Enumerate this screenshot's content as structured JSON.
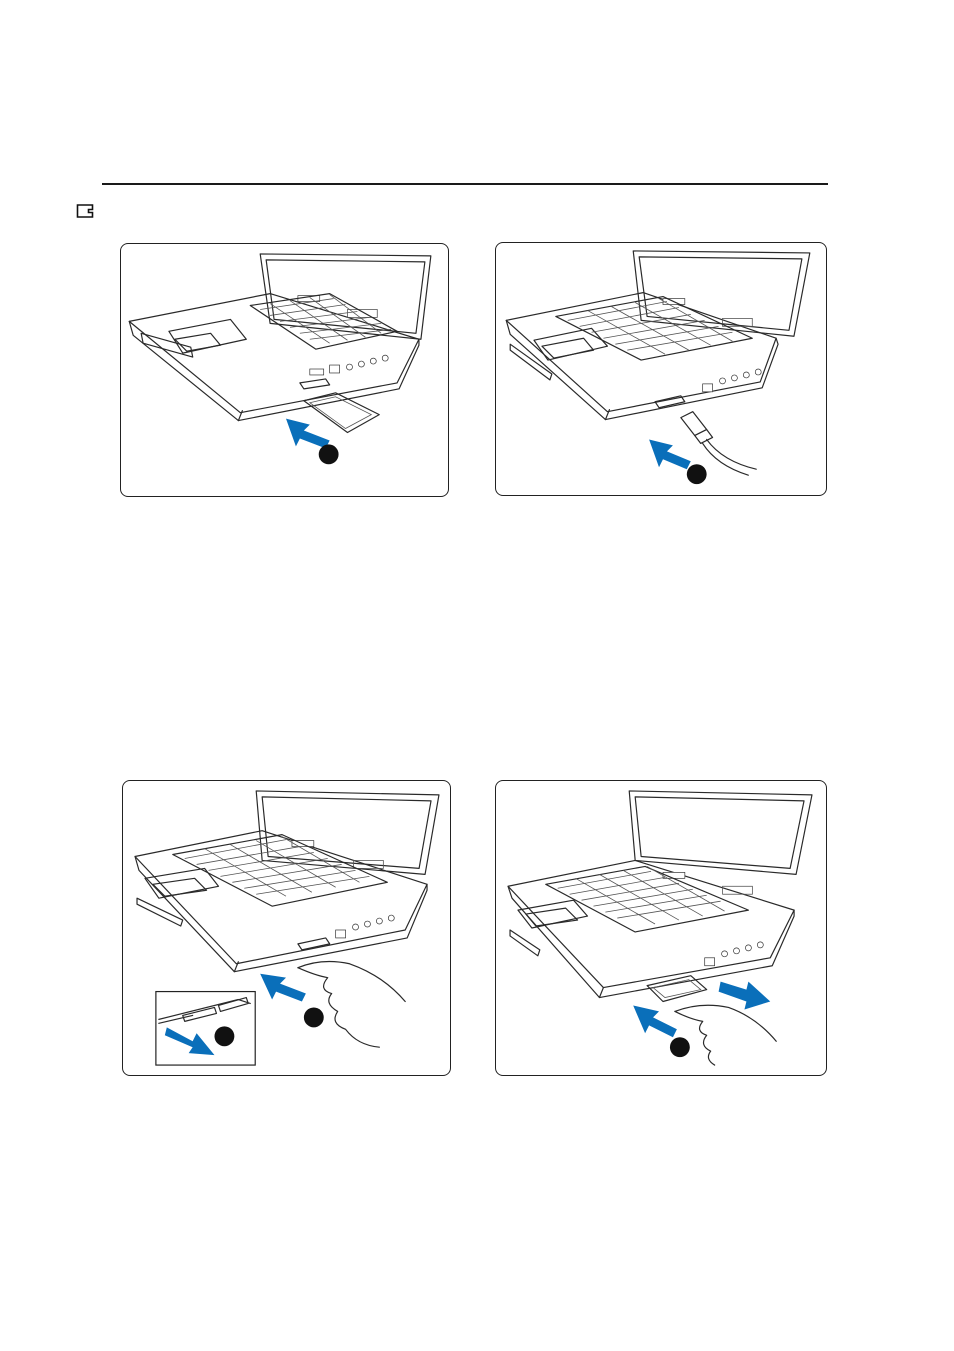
{
  "page": {
    "colors": {
      "arrow_blue": "#0a6fba",
      "ink": "#222222",
      "background": "#ffffff"
    },
    "icons": [
      "pc-card-icon"
    ]
  },
  "figures": [
    {
      "id": "insert-pc-card",
      "step_badge": ""
    },
    {
      "id": "connect-cable",
      "step_badge": ""
    },
    {
      "id": "press-eject-button",
      "step_badges": [
        "",
        ""
      ]
    },
    {
      "id": "pull-out-card",
      "step_badge": ""
    }
  ]
}
